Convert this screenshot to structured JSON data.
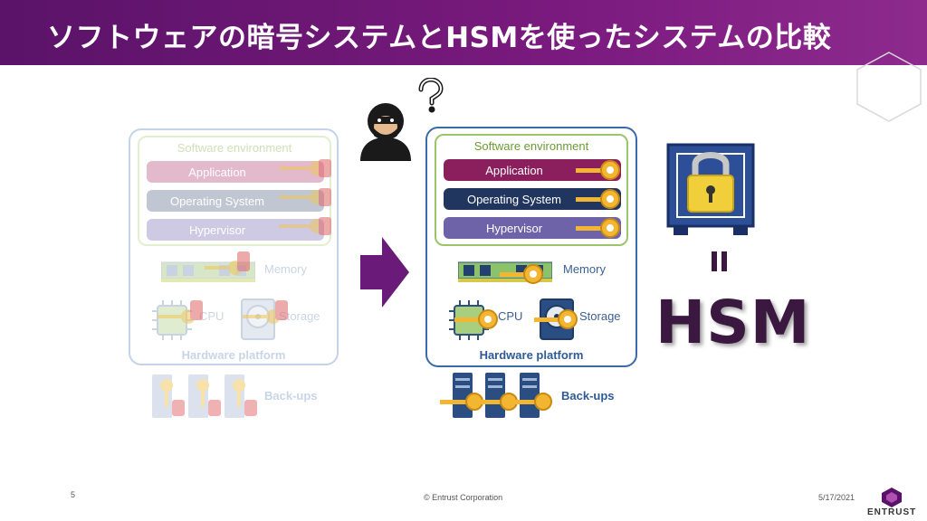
{
  "slide": {
    "title": "ソフトウェアの暗号システムとHSMを使ったシステムの比較",
    "page_number": "5",
    "copyright": "© Entrust Corporation",
    "date": "5/17/2021",
    "brand": "ENTRUST"
  },
  "diagram": {
    "software_environment": "Software environment",
    "layers": [
      "Application",
      "Operating System",
      "Hypervisor"
    ],
    "memory": "Memory",
    "cpu": "CPU",
    "storage": "Storage",
    "hardware_platform": "Hardware platform",
    "backups": "Back-ups",
    "hsm": "HSM"
  },
  "icons": {
    "hacker": "hacker-icon",
    "question": "question-mark-icon",
    "key": "key-icon",
    "arrow": "arrow-right-icon",
    "safe": "safe-lock-icon"
  },
  "colors": {
    "title_bar": "#5a1368",
    "accent_blue": "#2f5a96",
    "sw_green": "#9bc56a",
    "app": "#8b1f5e",
    "os": "#21365e",
    "hypervisor": "#6e63a8",
    "hsm_text": "#3a1840"
  }
}
